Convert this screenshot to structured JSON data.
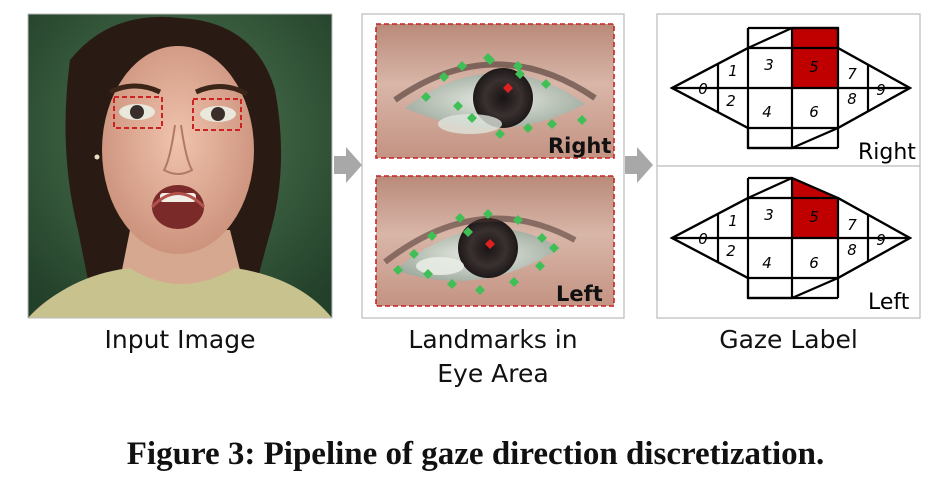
{
  "panels": {
    "input": {
      "label": "Input Image"
    },
    "landmarks": {
      "label_line1": "Landmarks in",
      "label_line2": "Eye Area",
      "right_label": "Right",
      "left_label": "Left"
    },
    "gaze": {
      "label": "Gaze Label",
      "right_label": "Right",
      "left_label": "Left",
      "region_labels": [
        "0",
        "1",
        "2",
        "3",
        "4",
        "5",
        "6",
        "7",
        "8",
        "9"
      ],
      "highlighted_region": "5"
    }
  },
  "figure_caption": "Figure 3: Pipeline of gaze direction discretization.",
  "colors": {
    "landmark": "#3fbf55",
    "pupil_marker": "#e02020",
    "highlight": "#c00000",
    "dashed_box": "#cc2222",
    "arrow": "#a8a8a8"
  }
}
